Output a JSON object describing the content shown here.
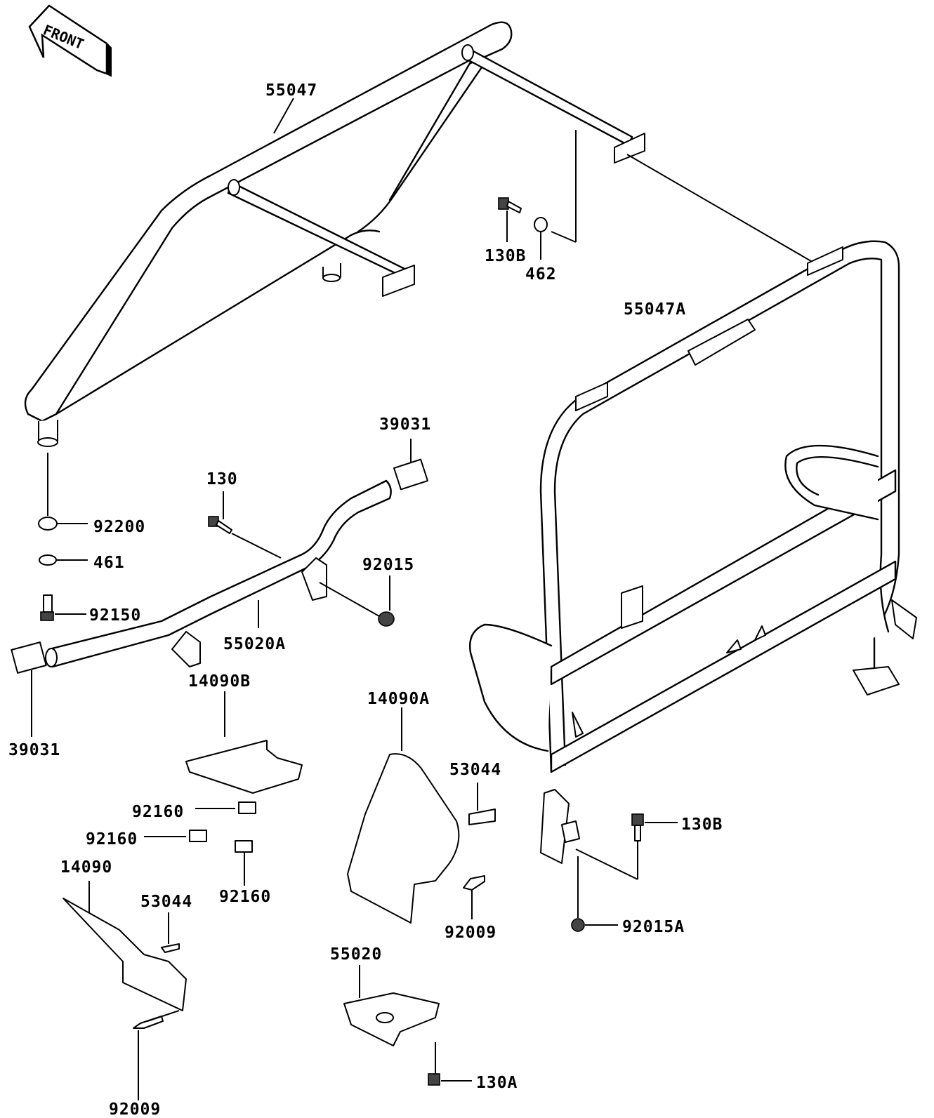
{
  "front_arrow": {
    "text": "FRONT"
  },
  "labels": {
    "l55047": "55047",
    "l130B_top": "130B",
    "l462": "462",
    "l55047A": "55047A",
    "l39031_top": "39031",
    "l130": "130",
    "l92200": "92200",
    "l461": "461",
    "l92015": "92015",
    "l92150": "92150",
    "l55020A": "55020A",
    "l14090B": "14090B",
    "l14090A": "14090A",
    "l39031_bottom": "39031",
    "l53044_right": "53044",
    "l92160_a": "92160",
    "l130B_bottom": "130B",
    "l92160_b": "92160",
    "l14090": "14090",
    "l92160_c": "92160",
    "l53044_left": "53044",
    "l92015A": "92015A",
    "l92009_right": "92009",
    "l55020": "55020",
    "l130A": "130A",
    "l92009_bottom": "92009"
  }
}
